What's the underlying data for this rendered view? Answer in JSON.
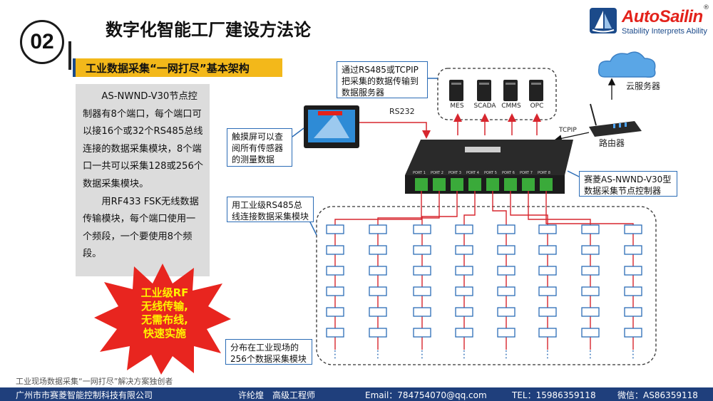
{
  "header": {
    "section_number": "02",
    "title": "数字化智能工厂建设方法论"
  },
  "logo": {
    "brand": "AutoSailin",
    "tagline": "Stability Interprets Ability",
    "registered": "®"
  },
  "section": {
    "subtitle": "工业数据采集“一网打尽”基本架构"
  },
  "description": {
    "para1": "AS-NWND-V30节点控制器有8个端口，每个端口可以接16个或32个RS485总线连接的数据采集模块，8个端口一共可以采集128或256个数据采集模块。",
    "para2": "用RF433 FSK无线数据传输模块，每个端口使用一个频段，一个要使用8个频段。"
  },
  "burst": {
    "lines": [
      "工业级RF",
      "无线传输,",
      "无需布线,",
      "快速实施"
    ]
  },
  "diagram": {
    "callout_servers": "通过RS485或TCPIP把采集的数据传输到数据服务器",
    "callout_touch": "触摸屏可以查阅所有传感器的测量数据",
    "callout_controller": "赛菱AS-NWND-V30型数据采集节点控制器",
    "callout_rs485": "用工业级RS485总线连接数据采集模块",
    "callout_modules": "分布在工业现场的256个数据采集模块",
    "rs232": "RS232",
    "tcpip": "TCPIP",
    "cloud": "云服务器",
    "router": "路由器",
    "servers": [
      "MES",
      "SCADA",
      "CMMS",
      "OPC"
    ],
    "ports": [
      "PORT 1",
      "PORT 2",
      "PORT 3",
      "PORT 4",
      "PORT 5",
      "PORT 6",
      "PORT 7",
      "PORT 8"
    ],
    "ellipsis": "⋮"
  },
  "footer": {
    "note": "工业现场数据采集“一网打尽”解决方案独创者",
    "company": "广州市市赛菱智能控制科技有限公司",
    "person": "许纶煌　高级工程师",
    "email": "Email：784754070@qq.com",
    "tel": "TEL：15986359118",
    "wechat": "微信：AS86359118"
  },
  "colors": {
    "banner": "#f3b81a",
    "bottom_bar": "#1f3f7c",
    "accent_blue": "#2b6cb6",
    "wire_red": "#d7262e",
    "burst_red": "#e8251f",
    "burst_text": "#fff200",
    "connector_green": "#3aaa3a"
  }
}
